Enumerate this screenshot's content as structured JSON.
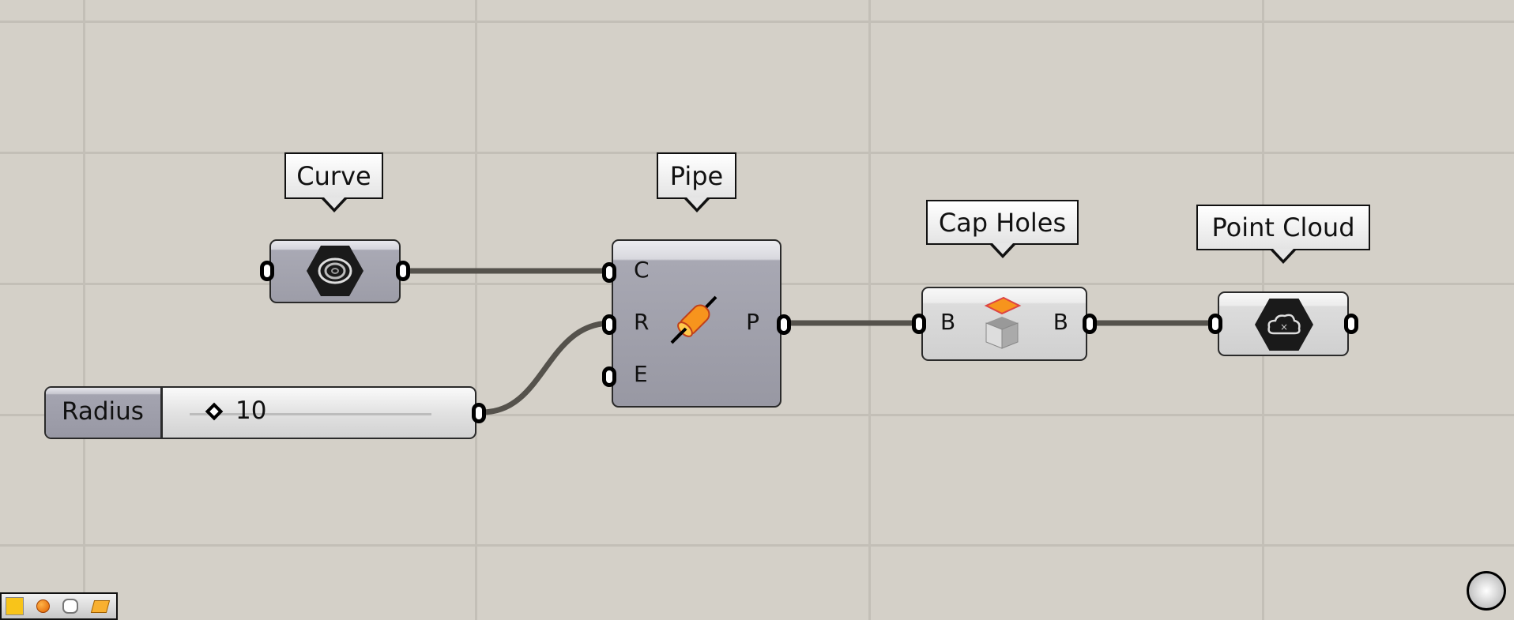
{
  "canvas": {
    "background": "#d4d0c8"
  },
  "components": {
    "curve": {
      "tooltip": "Curve",
      "icon": "curve-param-icon"
    },
    "pipe": {
      "tooltip": "Pipe",
      "inputs": [
        "C",
        "R",
        "E"
      ],
      "outputs": [
        "P"
      ],
      "icon": "pipe-icon"
    },
    "cap_holes": {
      "tooltip": "Cap Holes",
      "inputs": [
        "B"
      ],
      "outputs": [
        "B"
      ],
      "icon": "cap-holes-icon"
    },
    "point_cloud": {
      "tooltip": "Point Cloud",
      "icon": "point-cloud-icon"
    },
    "radius_slider": {
      "label": "Radius",
      "value": "10",
      "value_fraction": 0.08
    }
  },
  "toolbar": {
    "icons": [
      "grasshopper-sketch-icon",
      "preview-sphere-icon",
      "cloud-icon",
      "bake-icon"
    ]
  },
  "navigation": {
    "icon": "canvas-navigation-icon"
  }
}
